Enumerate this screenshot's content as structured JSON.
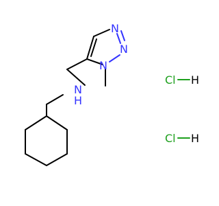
{
  "molecule": {
    "amine_N": "N",
    "amine_H": "H",
    "ring_N1": "N",
    "ring_N2": "N",
    "ring_N3": "N",
    "hcl_1": {
      "cl": "Cl",
      "h": "H"
    },
    "hcl_2": {
      "cl": "Cl",
      "h": "H"
    }
  },
  "colors": {
    "nitrogen": "#3333ff",
    "chlorine": "#1ea01e",
    "carbon_bond": "#000000",
    "background": "#ffffff"
  }
}
